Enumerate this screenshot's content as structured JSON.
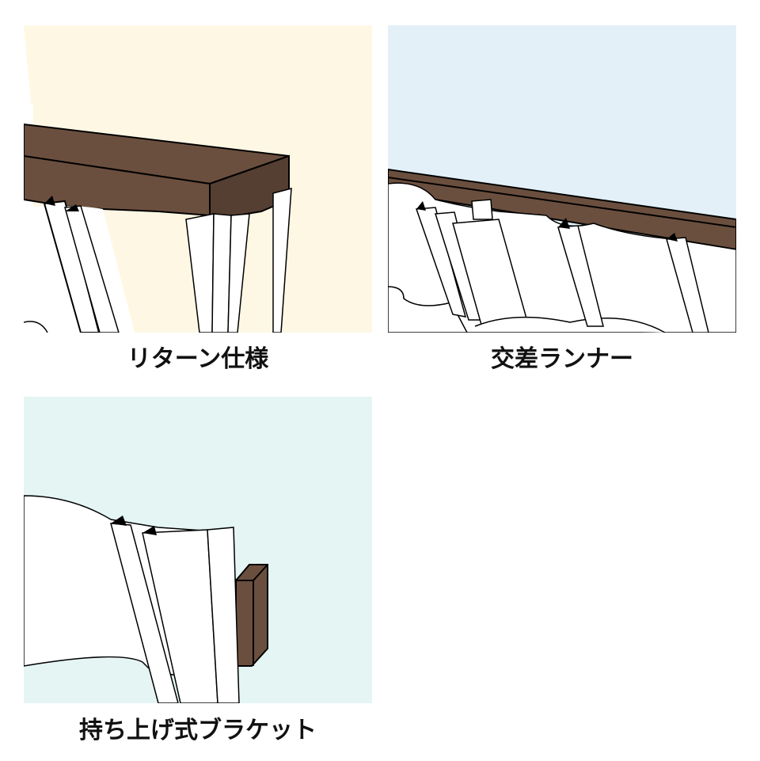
{
  "panels": [
    {
      "caption": "リターン仕様",
      "background": "#fef7e4"
    },
    {
      "caption": "交差ランナー",
      "background": "#e3f0f8"
    },
    {
      "caption": "持ち上げ式ブラケット",
      "background": "#e4f5f3"
    }
  ],
  "colors": {
    "rail": "#6b4f3e",
    "rail_dark": "#553f32",
    "curtain": "#ffffff",
    "outline": "#000000"
  }
}
